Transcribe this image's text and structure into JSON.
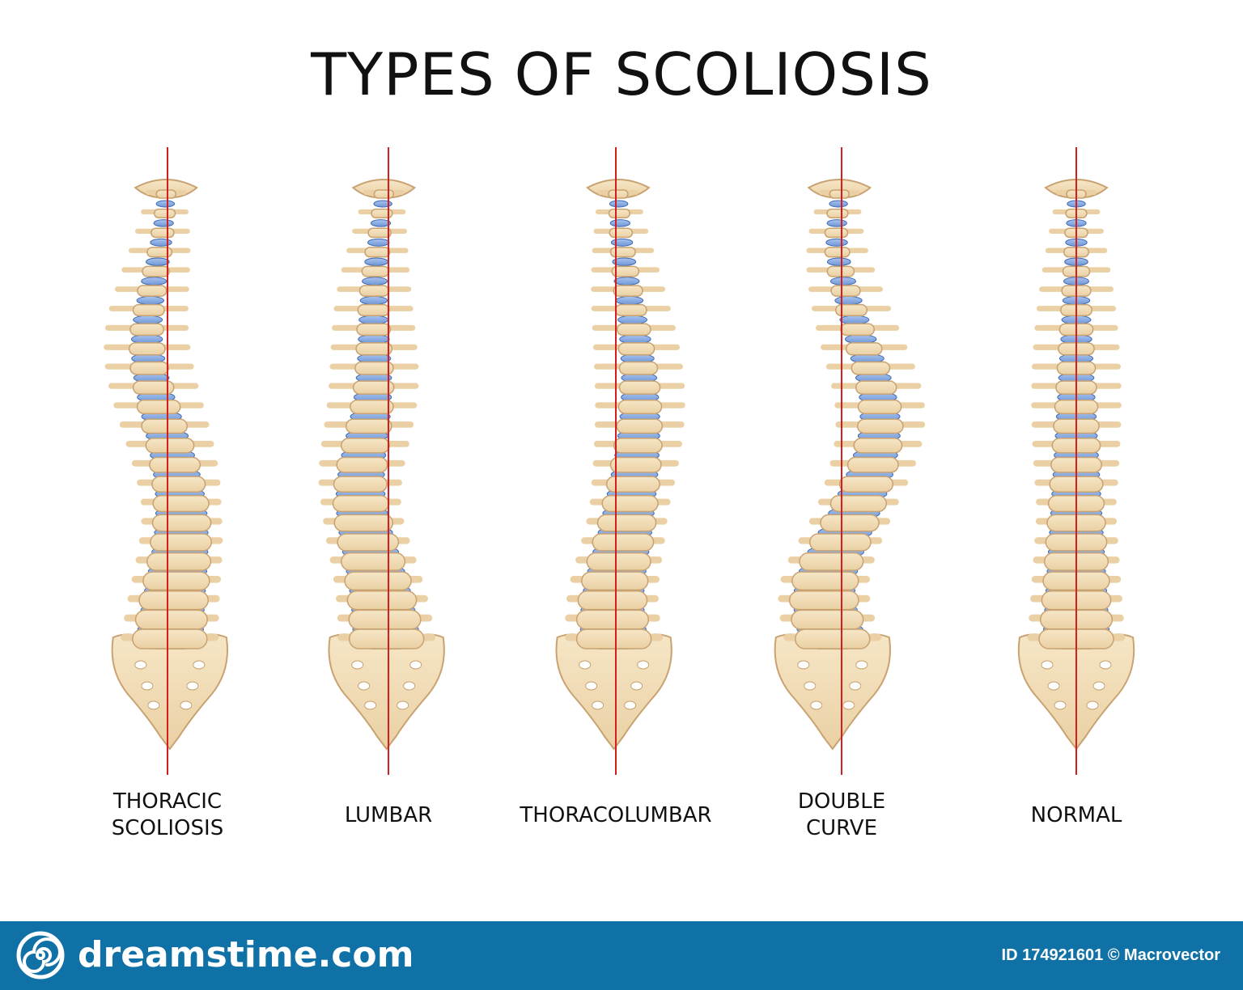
{
  "title": "TYPES OF SCOLIOSIS",
  "spines": [
    {
      "id": "thoracic",
      "label": "THORACIC\nSCOLIOSIS",
      "curve": "thoracic"
    },
    {
      "id": "lumbar",
      "label": "LUMBAR",
      "curve": "lumbar"
    },
    {
      "id": "thoracolumbar",
      "label": "THORACOLUMBAR",
      "curve": "thoracolumbar"
    },
    {
      "id": "double",
      "label": "DOUBLE\nCURVE",
      "curve": "double"
    },
    {
      "id": "normal",
      "label": "NORMAL",
      "curve": "normal"
    }
  ],
  "colors": {
    "bone": "#ead0a4",
    "bone_edge": "#c9a272",
    "disc": "#6f97d6",
    "disc_edge": "#3e68b0",
    "plumb_line": "#d41e1e",
    "footer": "#0f71a5"
  },
  "footer": {
    "brand": "dreamstime.com",
    "credit": "ID 174921601 © Macrovector",
    "icon": "dreamstime-spiral-icon"
  }
}
